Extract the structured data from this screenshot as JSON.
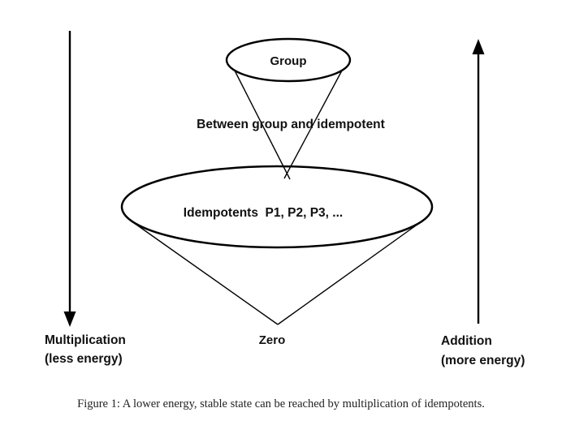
{
  "diagram": {
    "group_label": "Group",
    "between_label": "Between group and idempotent",
    "idempotents_label": "Idempotents  P1, P2, P3, ...",
    "zero_label": "Zero",
    "left_arrow": {
      "direction": "down",
      "label_line1": "Multiplication",
      "label_line2": "(less energy)"
    },
    "right_arrow": {
      "direction": "up",
      "label_line1": "Addition",
      "label_line2": "(more energy)"
    }
  },
  "figure": {
    "caption": "Figure 1: A lower energy, stable state can be reached by multiplication of idempotents."
  },
  "colors": {
    "background": "#ffffff",
    "stroke": "#000000",
    "label_text": "#111111",
    "caption_text": "#222222"
  }
}
